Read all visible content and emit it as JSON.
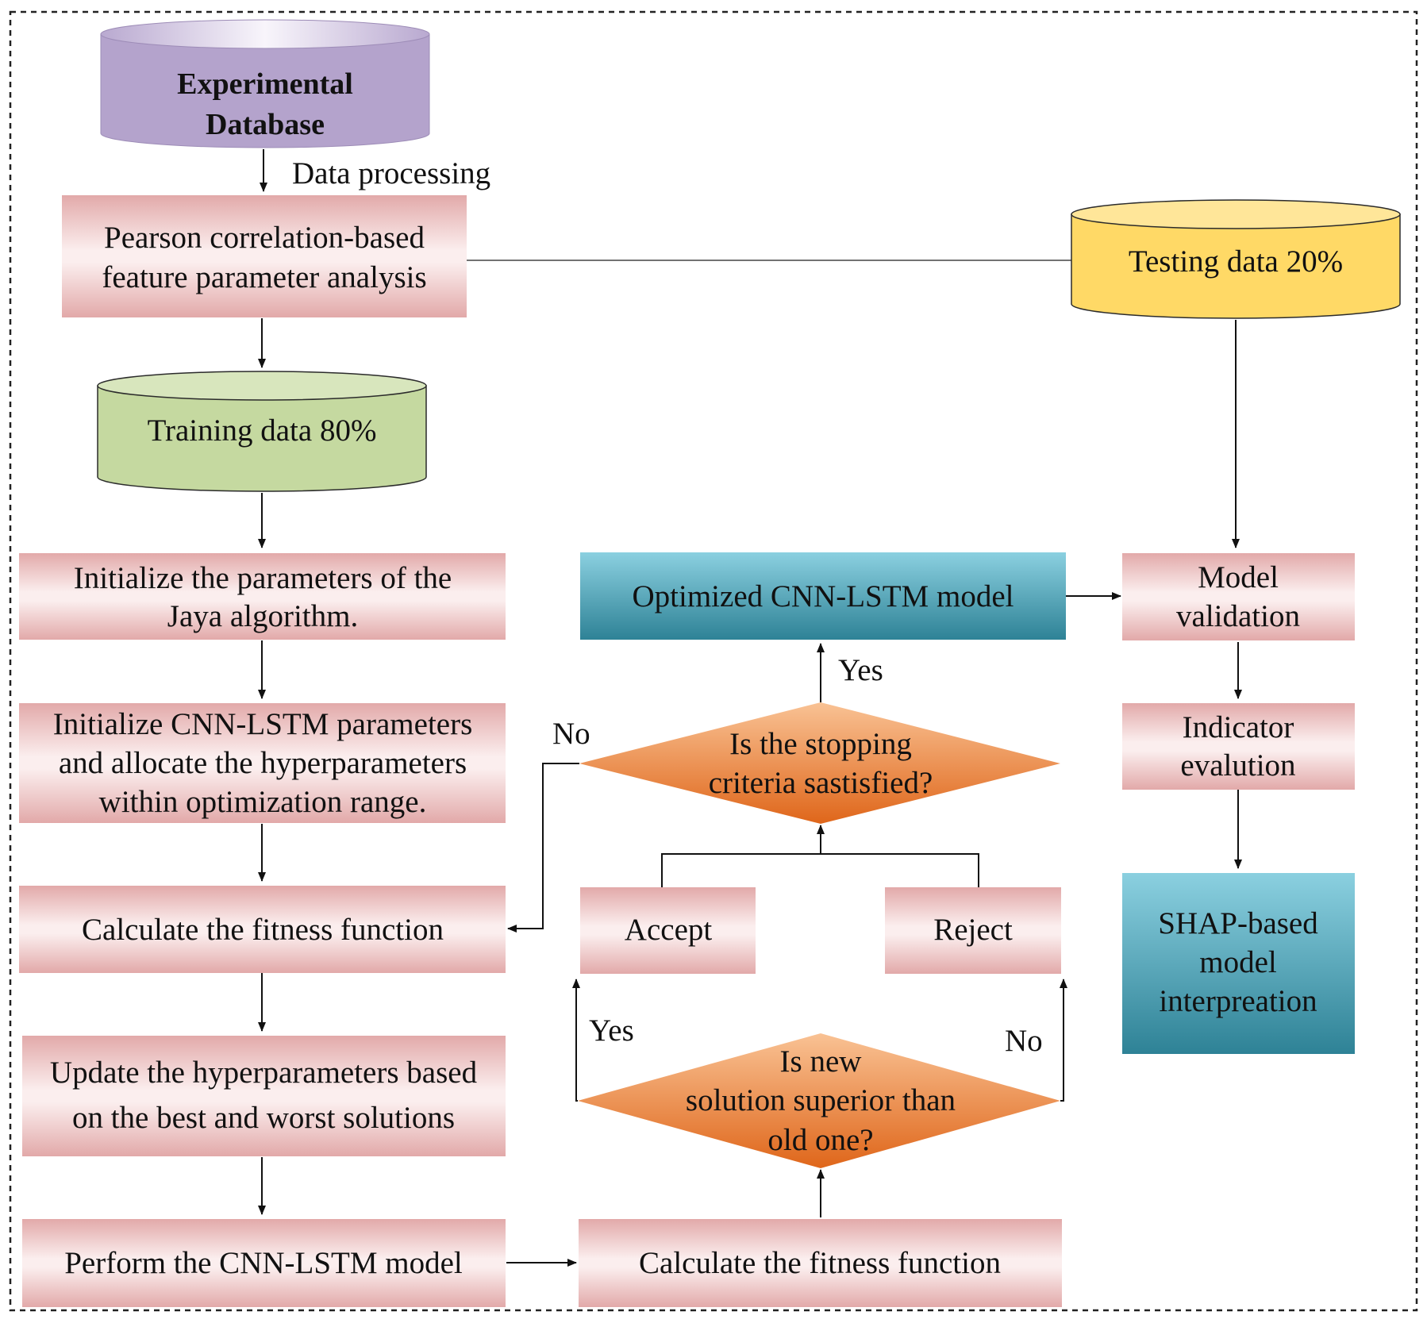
{
  "database": {
    "line1": "Experimental",
    "line2": "Database"
  },
  "edge_labels": {
    "data_processing": "Data processing",
    "yes_top": "Yes",
    "no_left": "No",
    "yes_bottom": "Yes",
    "no_bottom": "No"
  },
  "pearson": {
    "line1": "Pearson correlation-based",
    "line2": "feature parameter analysis"
  },
  "testing_data": "Testing data 20%",
  "training_data": "Training data 80%",
  "init_jaya": {
    "line1": "Initialize the parameters of the",
    "line2": "Jaya algorithm."
  },
  "init_cnn": {
    "line1": "Initialize CNN-LSTM parameters",
    "line2": "and allocate the hyperparameters",
    "line3": "within optimization range."
  },
  "calc_fitness_left": "Calculate the fitness function",
  "update_hyper": {
    "line1": "Update the hyperparameters based",
    "line2": "on the best and worst solutions"
  },
  "perform_model": "Perform the CNN-LSTM model",
  "calc_fitness_bottom": "Calculate the fitness function",
  "optimized_model": "Optimized CNN-LSTM model",
  "model_validation": {
    "line1": "Model",
    "line2": "validation"
  },
  "indicator_evaluation": {
    "line1": "Indicator",
    "line2": "evalution"
  },
  "shap": {
    "line1": "SHAP-based",
    "line2": "model",
    "line3": "interpreation"
  },
  "stopping_decision": {
    "line1": "Is the stopping",
    "line2": "criteria sastisfied?"
  },
  "superior_decision": {
    "line1": "Is new",
    "line2": "solution superior than",
    "line3": "old one?"
  },
  "accept": "Accept",
  "reject": "Reject",
  "colors": {
    "pink_box_edge": "#e2a9a9",
    "pink_box_center": "#fbeeee",
    "database_purple": "#b4a3cc",
    "testing_yellow": "#ffd966",
    "training_green": "#c5d9a0",
    "teal_top": "#8bd0e0",
    "teal_bottom": "#2e8296",
    "diamond_light": "#f7b27e",
    "diamond_dark": "#e0691a"
  }
}
